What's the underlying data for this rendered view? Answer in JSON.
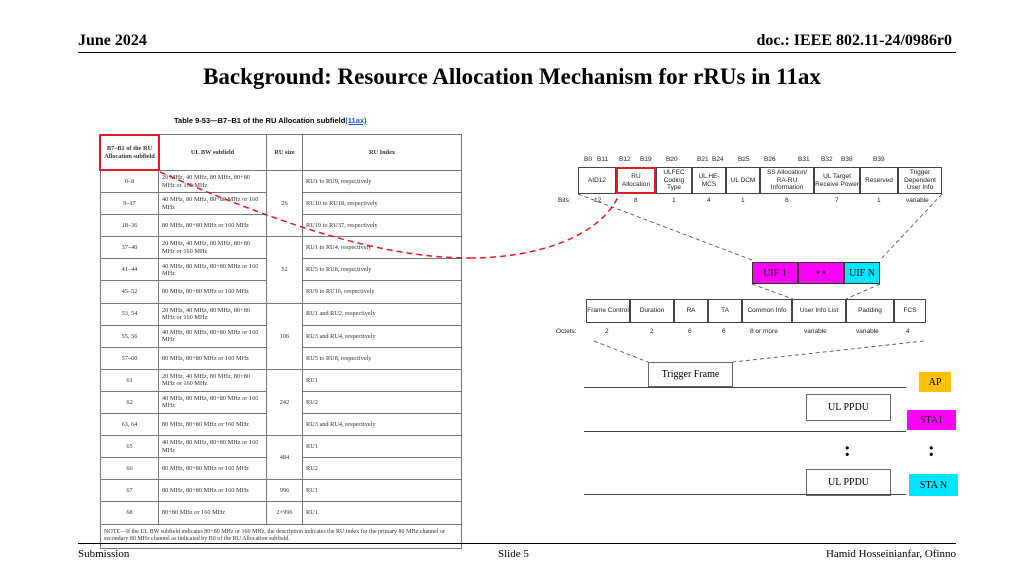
{
  "header": {
    "date": "June 2024",
    "doc": "doc.: IEEE 802.11-24/0986r0"
  },
  "title": "Background: Resource Allocation Mechanism for rRUs in 11ax",
  "table": {
    "caption": "Table 9-53—B7–B1 of the RU Allocation subfield",
    "caption_ref": "(11ax)",
    "headers": [
      "B7–B1 of the RU Allocation subfield",
      "UL BW subfield",
      "RU size",
      "RU Index"
    ],
    "rows": [
      [
        "0–8",
        "20 MHz, 40 MHz, 80 MHz, 80+80 MHz or 160 MHz",
        "",
        "RU1 to RU9, respectively"
      ],
      [
        "9–17",
        "40 MHz, 80 MHz, 80+80 MHz or 160 MHz",
        "",
        "RU10 to RU18, respectively"
      ],
      [
        "18–36",
        "80 MHz, 80+80 MHz or 160 MHz",
        "",
        "RU19 to RU37, respectively"
      ],
      [
        "37–40",
        "20 MHz, 40 MHz, 80 MHz, 80+80 MHz or 160 MHz",
        "",
        "RU1 to RU4, respectively"
      ],
      [
        "41–44",
        "40 MHz, 80 MHz, 80+80 MHz or 160 MHz",
        "",
        "RU5 to RU8, respectively"
      ],
      [
        "45–52",
        "80 MHz, 80+80 MHz or 160 MHz",
        "",
        "RU9 to RU16, respectively"
      ],
      [
        "53, 54",
        "20 MHz, 40 MHz, 80 MHz, 80+80 MHz or 160 MHz",
        "",
        "RU1 and RU2, respectively"
      ],
      [
        "55, 56",
        "40 MHz, 80 MHz, 80+80 MHz or 160 MHz",
        "",
        "RU3 and RU4, respectively"
      ],
      [
        "57–60",
        "80 MHz, 80+80 MHz or 160 MHz",
        "",
        "RU5 to RU8, respectively"
      ],
      [
        "61",
        "20 MHz, 40 MHz, 80 MHz, 80+80 MHz or 160 MHz",
        "",
        "RU1"
      ],
      [
        "62",
        "40 MHz, 80 MHz, 80+80 MHz or 160 MHz",
        "",
        "RU2"
      ],
      [
        "63, 64",
        "80 MHz, 80+80 MHz or 160 MHz",
        "",
        "RU3 and RU4, respectively"
      ],
      [
        "65",
        "40 MHz, 80 MHz, 80+80 MHz or 160 MHz",
        "",
        "RU1"
      ],
      [
        "66",
        "80 MHz, 80+80 MHz or 160 MHz",
        "",
        "RU2"
      ],
      [
        "67",
        "80 MHz, 80+80 MHz or 160 MHz",
        "996",
        "RU1"
      ],
      [
        "68",
        "80+80 MHz or 160 MHz",
        "2×996",
        "RU1"
      ]
    ],
    "ru_sizes": [
      "26",
      "52",
      "106",
      "242",
      "484"
    ],
    "note": "NOTE—If the UL BW subfield indicates 80+80 MHz or 160 MHz, the description indicates the RU index for the primary 80 MHz channel or secondary 80 MHz channel as indicated by B0 of the RU Allocation subfield."
  },
  "user_info": {
    "bit_positions": [
      "B0",
      "B11",
      "B12",
      "B19",
      "B20",
      "B21",
      "B24",
      "B25",
      "B26",
      "B31",
      "B32",
      "B38",
      "B39"
    ],
    "fields": [
      "AID12",
      "RU Allocation",
      "ULFEC Coding Type",
      "UL HE-MCS",
      "UL DCM",
      "SS Allocation/ RA-RU Information",
      "UL Target Receive Power",
      "Reserved",
      "Trigger Dependent User Info"
    ],
    "bits_label": "Bits:",
    "bits": [
      "12",
      "8",
      "1",
      "4",
      "1",
      "6",
      "7",
      "1",
      "variable"
    ]
  },
  "uif": {
    "first": "UIF 1",
    "dots": "• •",
    "last": "UIF N"
  },
  "trigger": {
    "fields": [
      "Frame Control",
      "Duration",
      "RA",
      "TA",
      "Common Info",
      "User Info List",
      "Padding",
      "FCS"
    ],
    "octets_label": "Octets:",
    "octets": [
      "2",
      "2",
      "6",
      "6",
      "8 or more",
      "variable",
      "variable",
      "4"
    ]
  },
  "timeline": {
    "trigger_frame": "Trigger Frame",
    "ap": "AP",
    "ul_ppdu_1": "UL PPDU",
    "sta1": "STA1",
    "colon": ":",
    "ul_ppdu_n": "UL PPDU",
    "sta_n": "STA N"
  },
  "colors": {
    "highlight": "#d9202a",
    "uif_pink": "#ff00ff",
    "uif_cyan": "#00e6ff",
    "ap_gold": "#ffc000",
    "sta_cyan": "#00e6ff"
  },
  "footer": {
    "left": "Submission",
    "center": "Slide 5",
    "right": "Hamid Hosseinianfar, Ofinno"
  }
}
